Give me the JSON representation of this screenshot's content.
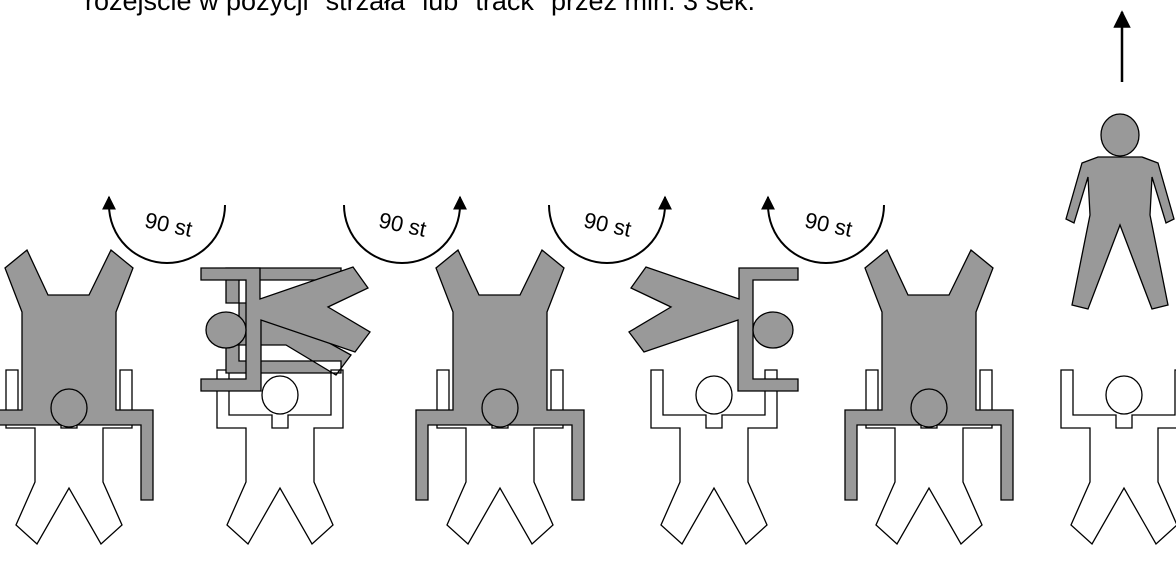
{
  "caption": "rozejście w pozycji \"strzała\" lub \"track\" przez min. 3 sek.",
  "rotation_steps": [
    {
      "label": "90 st"
    },
    {
      "label": "90 st"
    },
    {
      "label": "90 st"
    },
    {
      "label": "90 st"
    }
  ],
  "colors": {
    "flyer_fill": "#999999",
    "base_fill": "#ffffff",
    "stroke": "#000000"
  }
}
